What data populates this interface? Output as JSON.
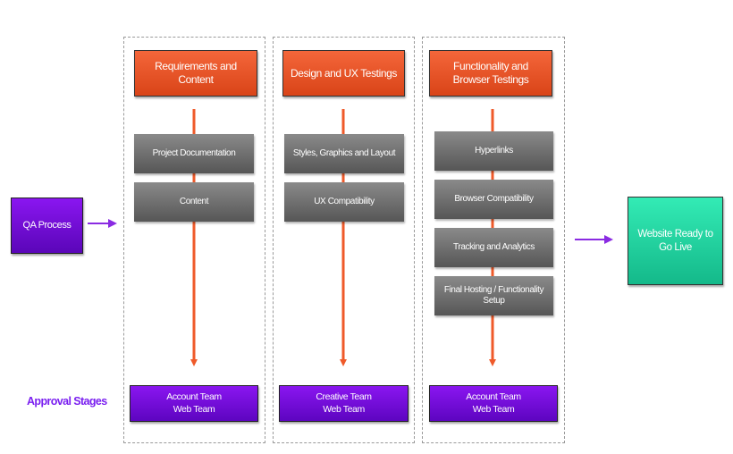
{
  "start": {
    "label": "QA Process"
  },
  "end": {
    "label": "Website Ready to\nGo Live"
  },
  "approval_label": "Approval Stages",
  "columns": [
    {
      "header": "Requirements and\nContent",
      "steps": [
        "Project Documentation",
        "Content"
      ],
      "approval": "Account Team\nWeb Team"
    },
    {
      "header": "Design and UX Testings",
      "steps": [
        "Styles, Graphics and Layout",
        "UX Compatibility"
      ],
      "approval": "Creative  Team\nWeb Team"
    },
    {
      "header": "Functionality and\nBrowser Testings",
      "steps": [
        "Hyperlinks",
        "Browser Compatibility",
        "Tracking and Analytics",
        "Final Hosting / Functionality\nSetup"
      ],
      "approval": "Account Team\nWeb Team"
    }
  ],
  "colors": {
    "orange": "#e8522a",
    "purple": "#7a0fe0",
    "green": "#22d4a0",
    "gray": "#707070",
    "arrow_purple": "#8a2be2"
  }
}
